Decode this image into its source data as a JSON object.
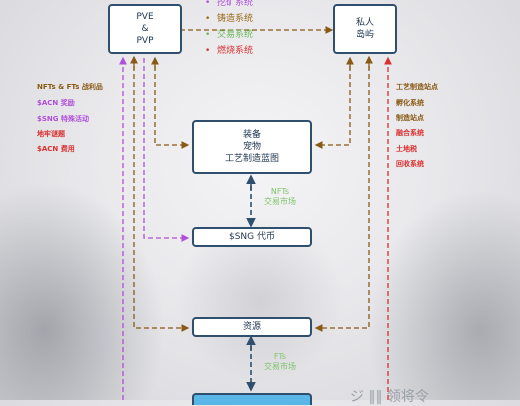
{
  "nodes": {
    "pve_pvp": {
      "line1": "PVE",
      "line2": "&",
      "line3": "PVP"
    },
    "island": {
      "line1": "私人",
      "line2": "岛屿"
    },
    "equipment": {
      "line1": "装备",
      "line2": "宠物",
      "line3": "工艺制造蓝图"
    },
    "sng_token": {
      "label": "$SNG 代币"
    },
    "resources": {
      "label": "资源"
    }
  },
  "legend": [
    {
      "label": "挖矿系统",
      "color": "#b04fd8"
    },
    {
      "label": "铸造系统",
      "color": "#9a6a1a"
    },
    {
      "label": "交易系统",
      "color": "#6db85a"
    },
    {
      "label": "燃烧系统",
      "color": "#d93030"
    }
  ],
  "left_labels": [
    {
      "text": "NFTs & FTs 战利品",
      "color": "#8a5a14"
    },
    {
      "text": "$ACN 奖励",
      "color": "#b04fd8"
    },
    {
      "text": "$SNG 特殊活动",
      "color": "#b04fd8"
    },
    {
      "text": "地牢谜题",
      "color": "#d93030"
    },
    {
      "text": "$ACN 费用",
      "color": "#d93030"
    }
  ],
  "right_labels": [
    {
      "text": "工艺制造站点",
      "color": "#8a5a14"
    },
    {
      "text": "孵化系统",
      "color": "#8a5a14"
    },
    {
      "text": "制造站点",
      "color": "#8a5a14"
    },
    {
      "text": "融合系统",
      "color": "#d93030"
    },
    {
      "text": "土地税",
      "color": "#d93030"
    },
    {
      "text": "回收系统",
      "color": "#d93030"
    }
  ],
  "middle_labels": {
    "nft_market": {
      "line1": "NFTs",
      "line2": "交易市场"
    },
    "ft_market": {
      "line1": "FTs",
      "line2": "交易市场"
    }
  },
  "watermark": {
    "text": "ジ   ‖‖       领将令"
  },
  "colors": {
    "box_border": "#2f4f6e",
    "dashed_navy": "#2f4f6e",
    "mint": "#8a5a14",
    "purple": "#b04fd8",
    "burn": "#d93030",
    "trade": "#6db85a",
    "bottom_box": "#5ab6e6"
  }
}
